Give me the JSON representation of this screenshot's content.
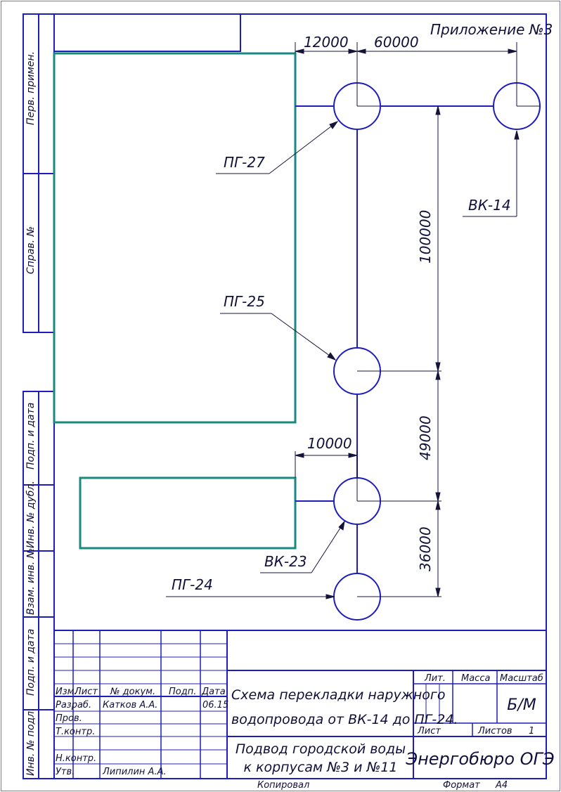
{
  "sheet": {
    "appendix": "Приложение №3",
    "side_labels": [
      "Перв. примен.",
      "Справ. №",
      "Подп. и дата",
      "Инв. № дубл.",
      "Взам. инв. №",
      "Подп. и дата",
      "Инв. № подл."
    ]
  },
  "scheme": {
    "dimensions": {
      "top_left": "12000",
      "top_right": "60000",
      "vertical_1": "100000",
      "vertical_2": "49000",
      "vertical_3": "36000",
      "branch": "10000"
    },
    "nodes": {
      "pg27": "ПГ-27",
      "vk14": "ВК-14",
      "pg25": "ПГ-25",
      "vk23": "ВК-23",
      "pg24": "ПГ-24"
    }
  },
  "title_block": {
    "columns": {
      "izm": "Изм.",
      "list": "Лист",
      "doc": "№ докум.",
      "sign": "Подп.",
      "date": "Дата"
    },
    "rows": {
      "razrab": "Разраб.",
      "prov": "Пров.",
      "tkontr": "Т.контр.",
      "nkontr": "Н.контр.",
      "utv": "Утв."
    },
    "razrab_name": "Катков А.А.",
    "razrab_date": "06.15",
    "utv_name": "Липилин А.А.",
    "title_line1": "Схема перекладки наружного",
    "title_line2": "водопровода от ВК-14 до ПГ-24.",
    "subtitle_line1": "Подвод городской воды",
    "subtitle_line2": "к корпусам №3 и №11",
    "lit": "Лит.",
    "massa": "Масса",
    "masshtab": "Масштаб",
    "scale_value": "Б/М",
    "sheet_label": "Лист",
    "sheets_label": "Листов",
    "sheets_count": "1",
    "org": "Энергобюро ОГЭ",
    "copied": "Копировал",
    "format_label": "Формат",
    "format_value": "А4"
  }
}
